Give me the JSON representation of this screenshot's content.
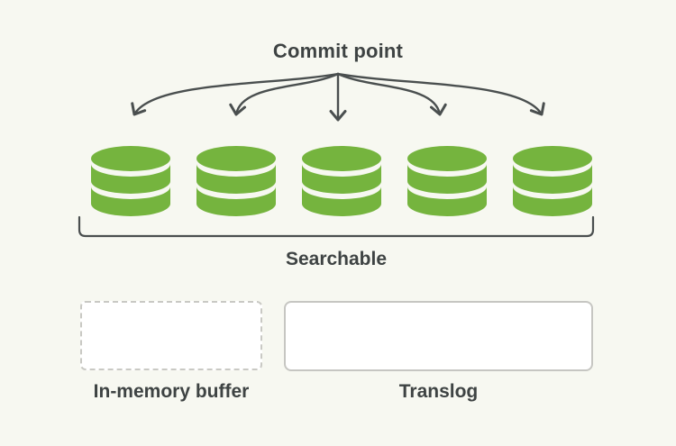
{
  "diagram": {
    "commit_point_label": "Commit point",
    "searchable_label": "Searchable",
    "in_memory_buffer_label": "In-memory buffer",
    "translog_label": "Translog",
    "segment_count": 5,
    "icons": {
      "segment": "database-icon",
      "pointer": "arrow-down-icon",
      "group": "bracket-underline"
    },
    "colors": {
      "background": "#f7f8f1",
      "segment_green": "#75b43e",
      "arrow_stroke": "#4a4f4f",
      "text": "#3e4343",
      "buffer_box_border": "#c9c9c4",
      "translog_box_border": "#c6c6c2",
      "box_fill": "#ffffff"
    }
  }
}
